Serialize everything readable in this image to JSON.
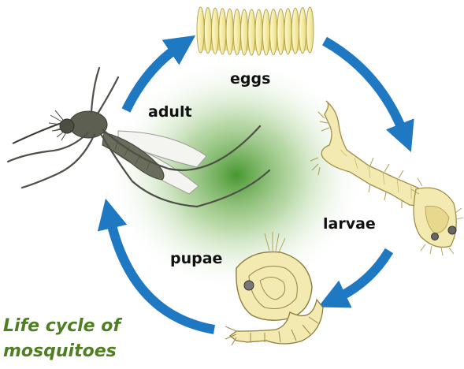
{
  "labels": {
    "eggs": "eggs",
    "adult": "adult",
    "larvae": "larvae",
    "pupae": "pupae"
  },
  "caption": {
    "line1": "Life cycle of",
    "line2": "mosquitoes"
  },
  "colors": {
    "arrow": "#1e78c2",
    "caption": "#4f7f22",
    "center_glow": "#4a9a2a",
    "egg": "#f6f0a8",
    "body_tan": "#f2eab0",
    "adult_body": "#5d6050"
  },
  "icons": {
    "eggs": "egg-raft-icon",
    "larva": "larva-icon",
    "pupa": "pupa-icon",
    "adult": "adult-mosquito-icon"
  }
}
